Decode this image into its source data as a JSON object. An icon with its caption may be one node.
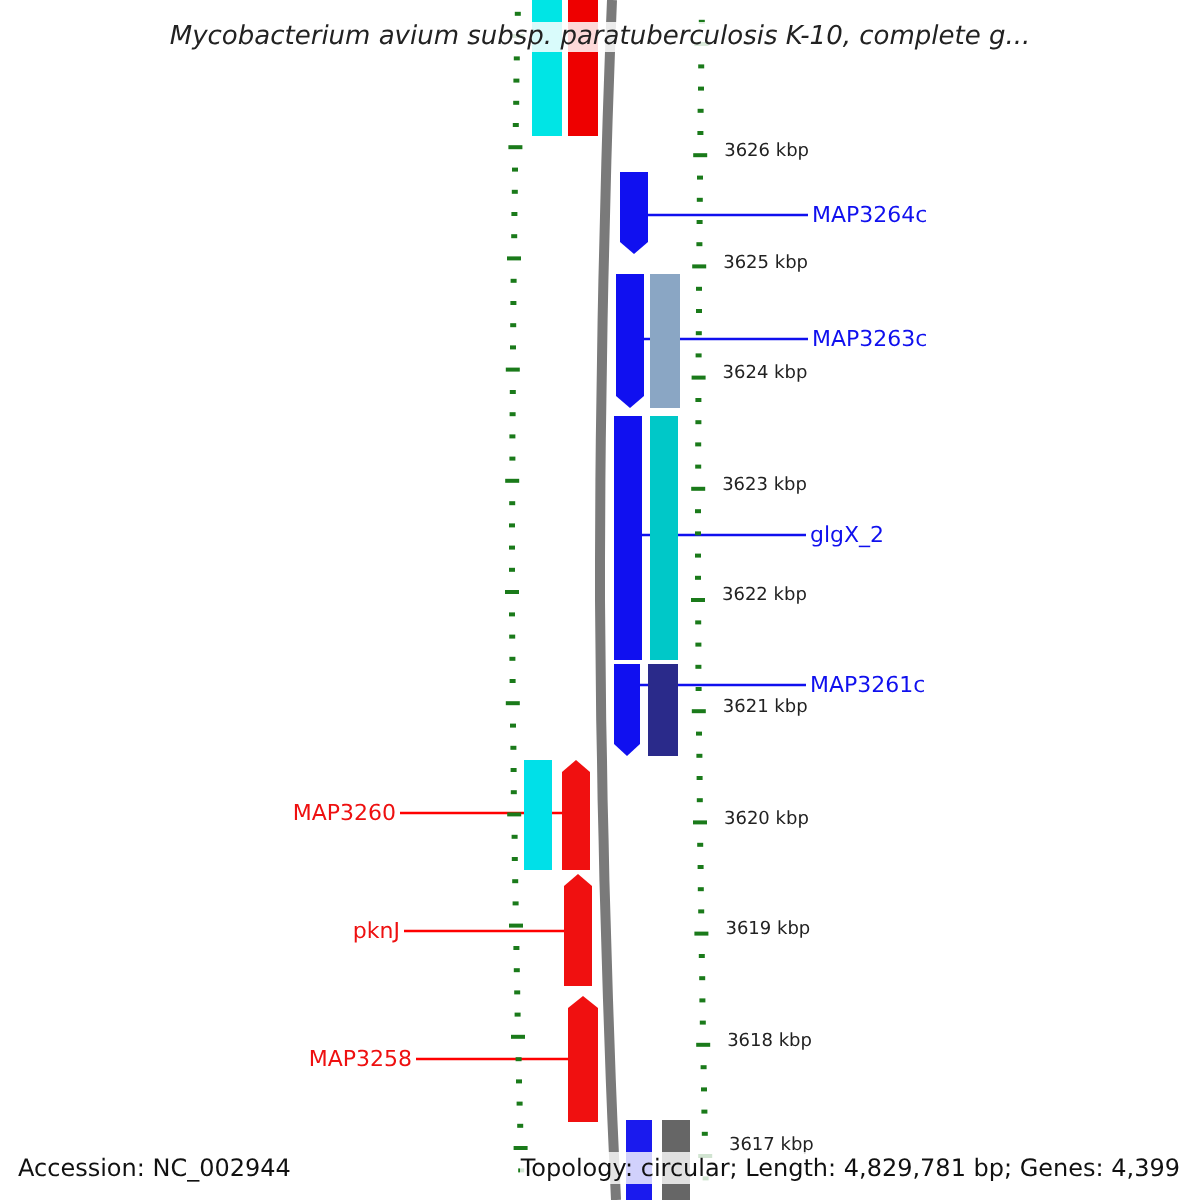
{
  "diagram": {
    "title": "Mycobacterium avium subsp. paratuberculosis K-10, complete g...",
    "nodes": [
      {
        "text": [
          "MAP3264c"
        ]
      },
      {
        "text": [
          "MAP3263c"
        ]
      },
      {
        "text": [
          "glgX_2"
        ]
      },
      {
        "text": [
          "MAP3261c"
        ]
      },
      {
        "text": [
          "MAP3260"
        ]
      },
      {
        "text": [
          "pknJ"
        ]
      },
      {
        "text": [
          "MAP3258"
        ]
      },
      {
        "text": [],
        "shape": "bar"
      },
      {
        "text": [],
        "shape": "bar"
      },
      {
        "text": [],
        "shape": "bar"
      },
      {
        "text": [],
        "shape": "bar"
      },
      {
        "text": [],
        "shape": "bar"
      },
      {
        "text": [],
        "shape": "bar"
      },
      {
        "text": [],
        "shape": "bar"
      }
    ],
    "edges": [
      {
        "from": 0,
        "to": 7,
        "arrow": "none"
      },
      {
        "from": 1,
        "to": 8,
        "arrow": "none"
      },
      {
        "from": 2,
        "to": 9,
        "arrow": "none"
      },
      {
        "from": 3,
        "to": 10,
        "arrow": "none"
      },
      {
        "from": 4,
        "to": 11,
        "arrow": "none",
        "color": "#ff0000"
      },
      {
        "from": 5,
        "to": 12,
        "arrow": "none",
        "color": "#ff0000"
      },
      {
        "from": 6,
        "to": 13,
        "arrow": "none",
        "color": "#ff0000"
      }
    ],
    "labels": [
      "3626 kbp",
      "3625 kbp",
      "3624 kbp",
      "3623 kbp",
      "3622 kbp",
      "3621 kbp",
      "3620 kbp",
      "3619 kbp",
      "3618 kbp",
      "3617 kbp",
      "Accession: NC_002944",
      "Topology: circular; Length: 4,829,781 bp; Genes: 4,399"
    ]
  }
}
